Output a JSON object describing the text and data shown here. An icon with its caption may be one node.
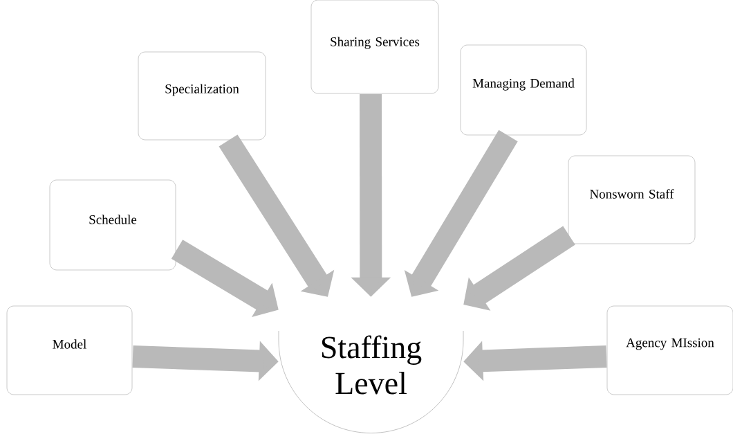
{
  "diagram": {
    "nodes": [
      {
        "text": [
          "Sharing Services"
        ]
      },
      {
        "text": [
          "Specialization"
        ]
      },
      {
        "text": [
          "Managing Demand"
        ]
      },
      {
        "text": [
          "Nonsworn Staff"
        ]
      },
      {
        "text": [
          "Schedule"
        ]
      },
      {
        "text": [
          "Model"
        ]
      },
      {
        "text": [
          "Staffing Level"
        ]
      },
      {
        "text": [
          "Agency MIssion"
        ]
      }
    ],
    "edges": [
      {
        "from": 0,
        "to": 6,
        "arrow": "to"
      },
      {
        "from": 1,
        "to": 6,
        "arrow": "to"
      },
      {
        "from": 2,
        "to": 6,
        "arrow": "to"
      },
      {
        "from": 3,
        "to": 6,
        "arrow": "to"
      },
      {
        "from": 4,
        "to": 6,
        "arrow": "to"
      },
      {
        "from": 5,
        "to": 6,
        "arrow": "to"
      },
      {
        "from": 7,
        "to": 6,
        "arrow": "to"
      }
    ]
  }
}
